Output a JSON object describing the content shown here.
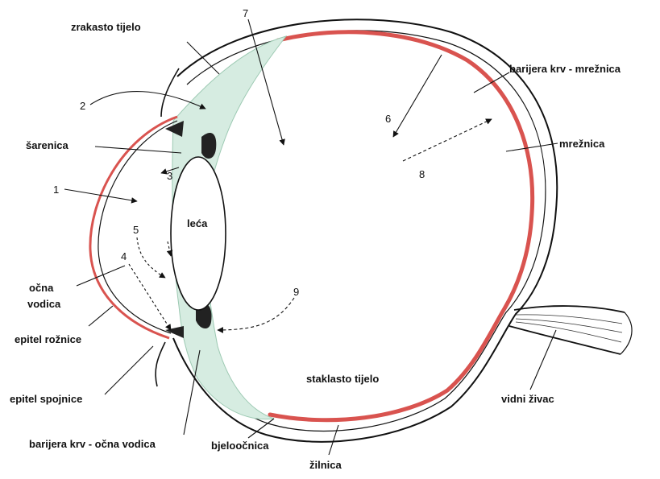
{
  "diagram": {
    "labels": {
      "zrakasto_tijelo": "zrakasto tijelo",
      "n7": "7",
      "barijera_krv_mreznica": "barijera krv - mrežnica",
      "n2": "2",
      "n6": "6",
      "sarenica": "šarenica",
      "mreznica": "mrežnica",
      "n3": "3",
      "n8": "8",
      "n1": "1",
      "leca": "leća",
      "n5": "5",
      "n4": "4",
      "ocna_vodica_1": "očna",
      "ocna_vodica_2": "vodica",
      "n9": "9",
      "epitel_roznice": "epitel rožnice",
      "staklasto_tijelo": "staklasto tijelo",
      "epitel_spojnice": "epitel spojnice",
      "vidni_zivac": "vidni živac",
      "barijera_krv_ocna_vodica": "barijera krv - očna vodica",
      "bjeloocnica": "bjeloočnica",
      "zilnica": "žilnica"
    },
    "colors": {
      "outline": "#111111",
      "retina_red": "#d9534f",
      "ciliary_green": "#d6ece1",
      "ciliary_stroke": "#9cc9b2",
      "dark_tissue": "#222222"
    }
  }
}
